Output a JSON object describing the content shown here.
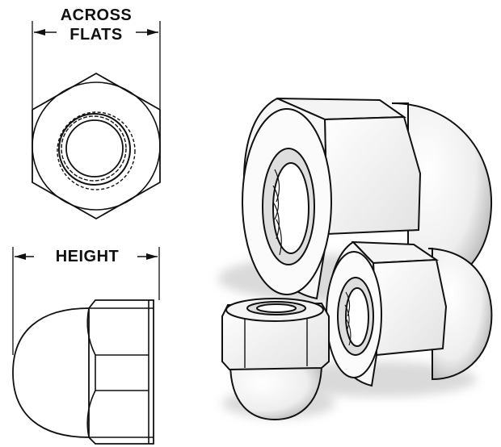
{
  "labels": {
    "across_flats_line1": "ACROSS",
    "across_flats_line2": "FLATS",
    "height": "HEIGHT"
  },
  "colors": {
    "ink": "#111111",
    "paper": "#ffffff",
    "shade": "#d8d8d8"
  }
}
